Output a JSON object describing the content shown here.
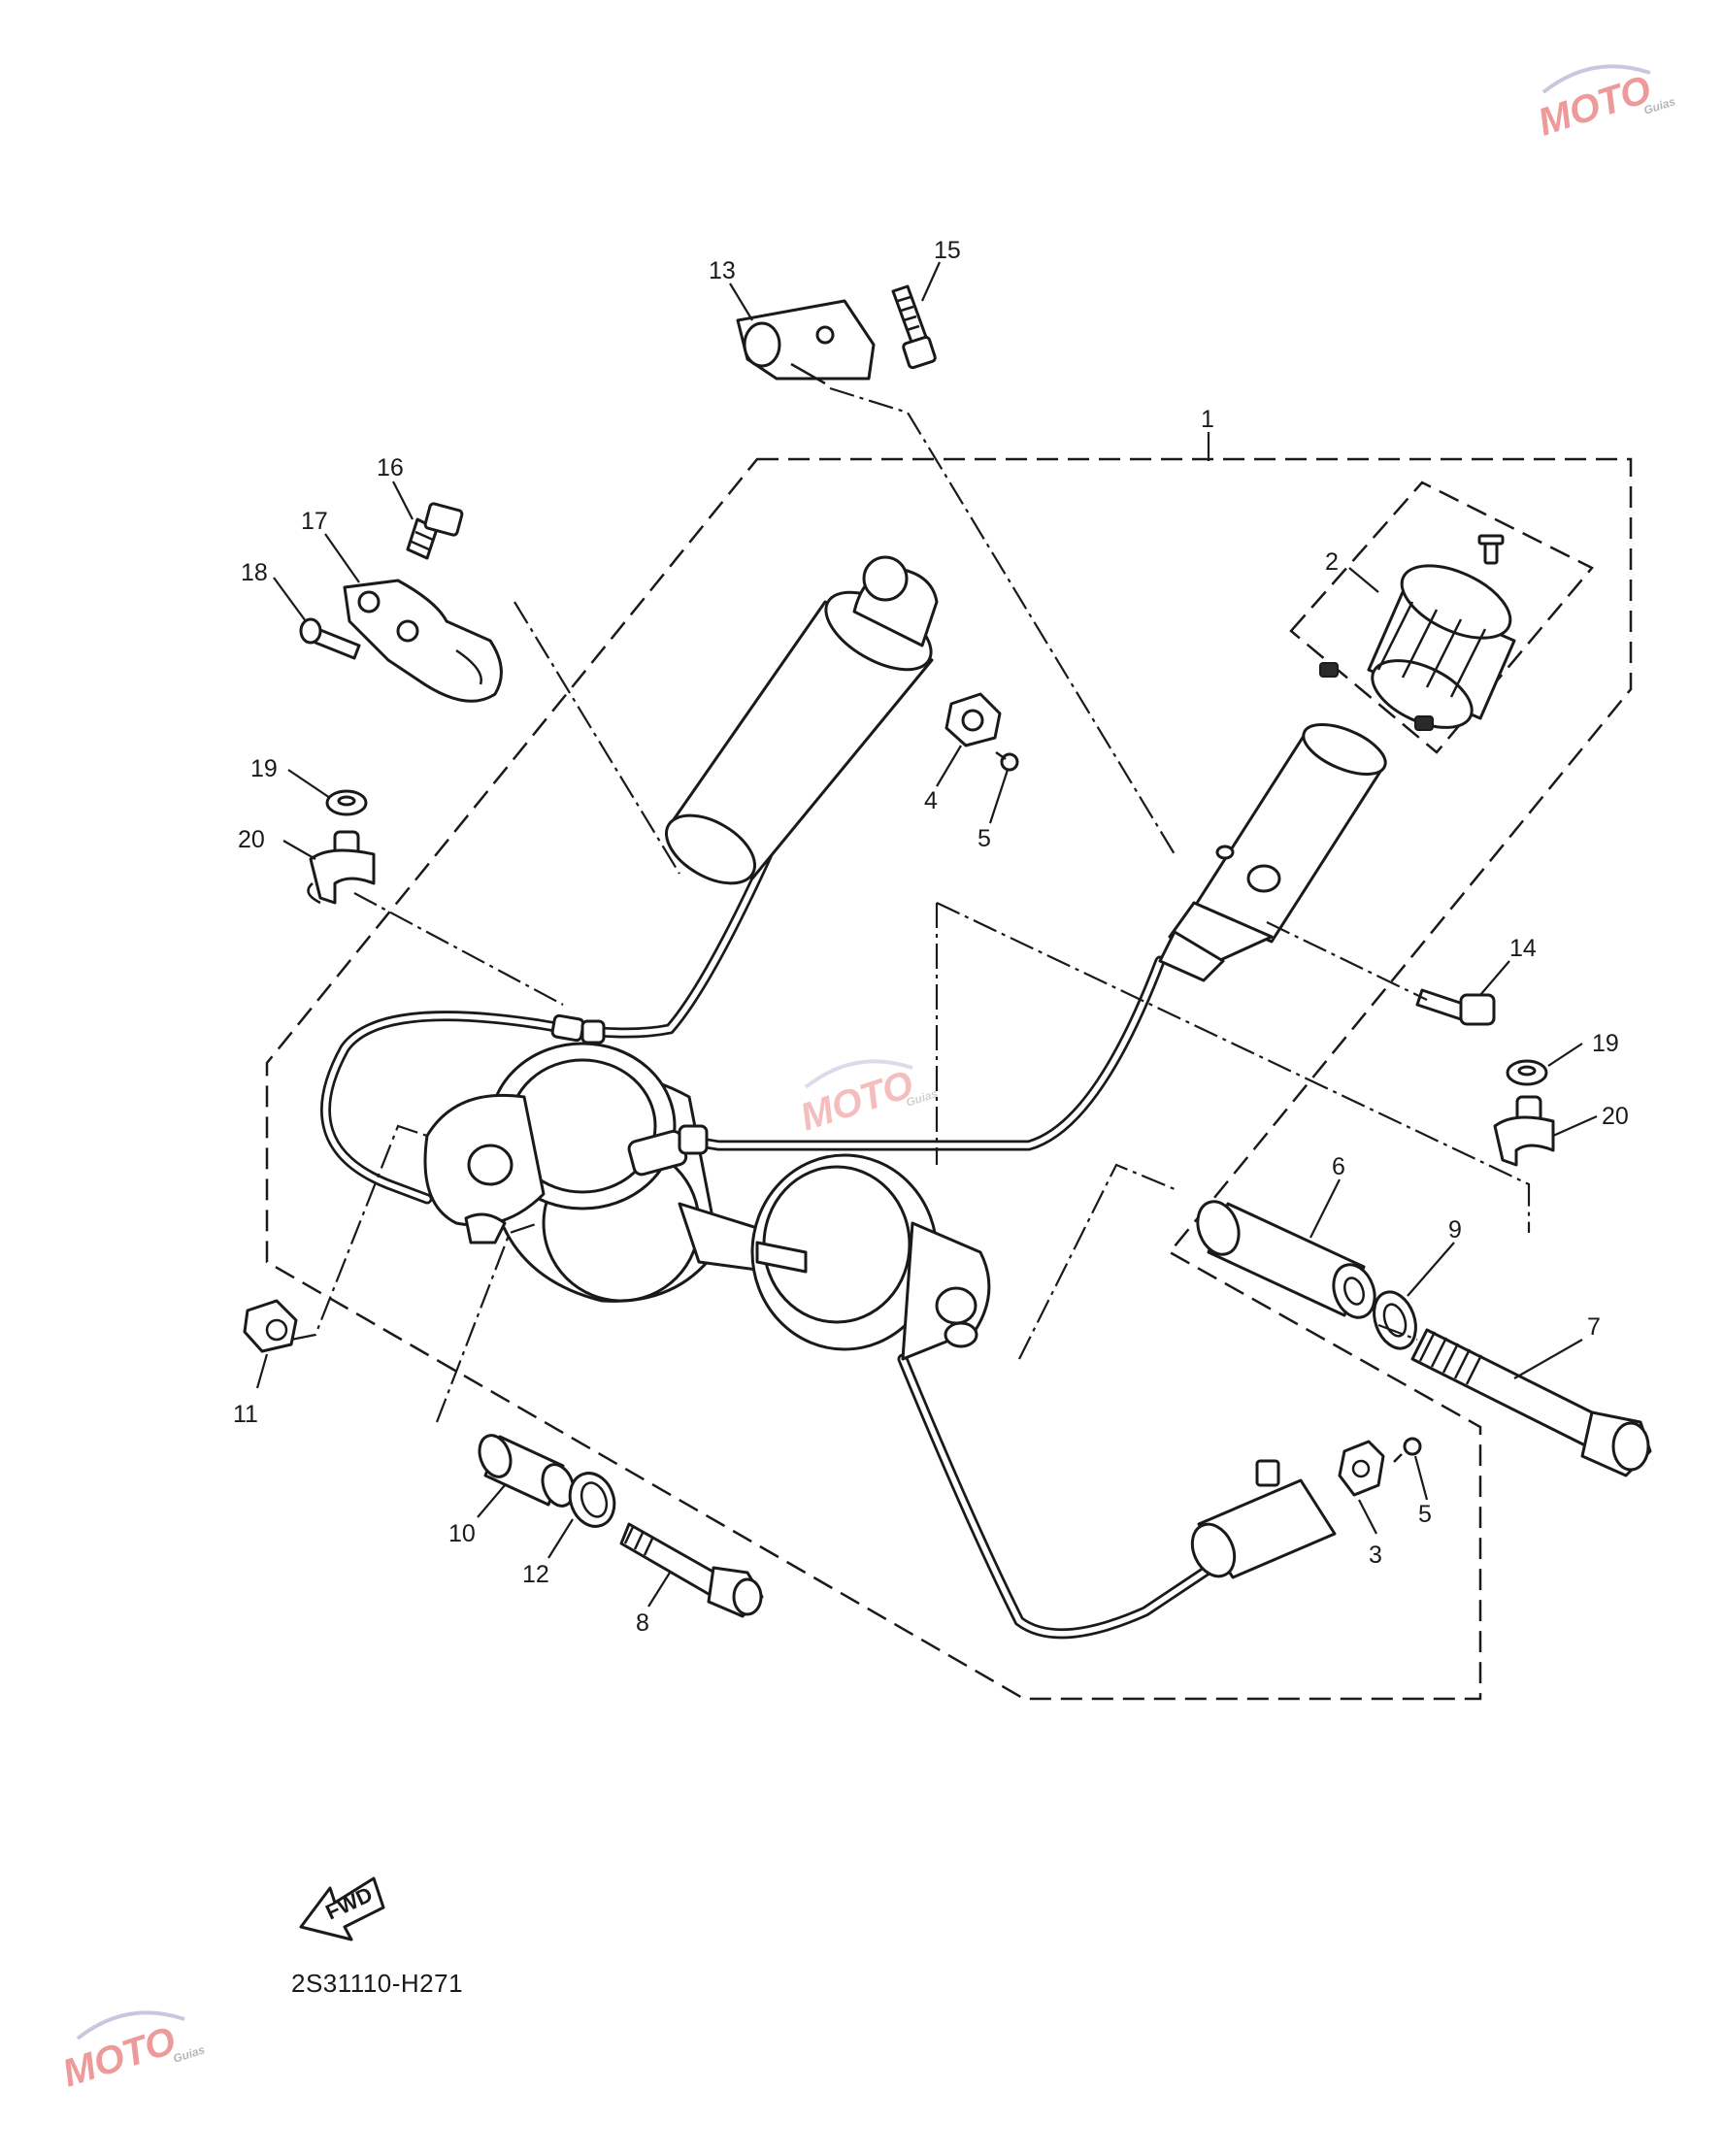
{
  "diagram": {
    "code": "2S31110-H271",
    "fwd_label": "FWD",
    "watermark_text": "MOTO",
    "watermark_subtext": "Guias",
    "callouts": {
      "c1": "1",
      "c2": "2",
      "c3": "3",
      "c4": "4",
      "c5a": "5",
      "c5b": "5",
      "c6": "6",
      "c7": "7",
      "c8": "8",
      "c9": "9",
      "c10": "10",
      "c11": "11",
      "c12": "12",
      "c13": "13",
      "c14": "14",
      "c15": "15",
      "c16": "16",
      "c17": "17",
      "c18": "18",
      "c19a": "19",
      "c19b": "19",
      "c20a": "20",
      "c20b": "20"
    }
  }
}
